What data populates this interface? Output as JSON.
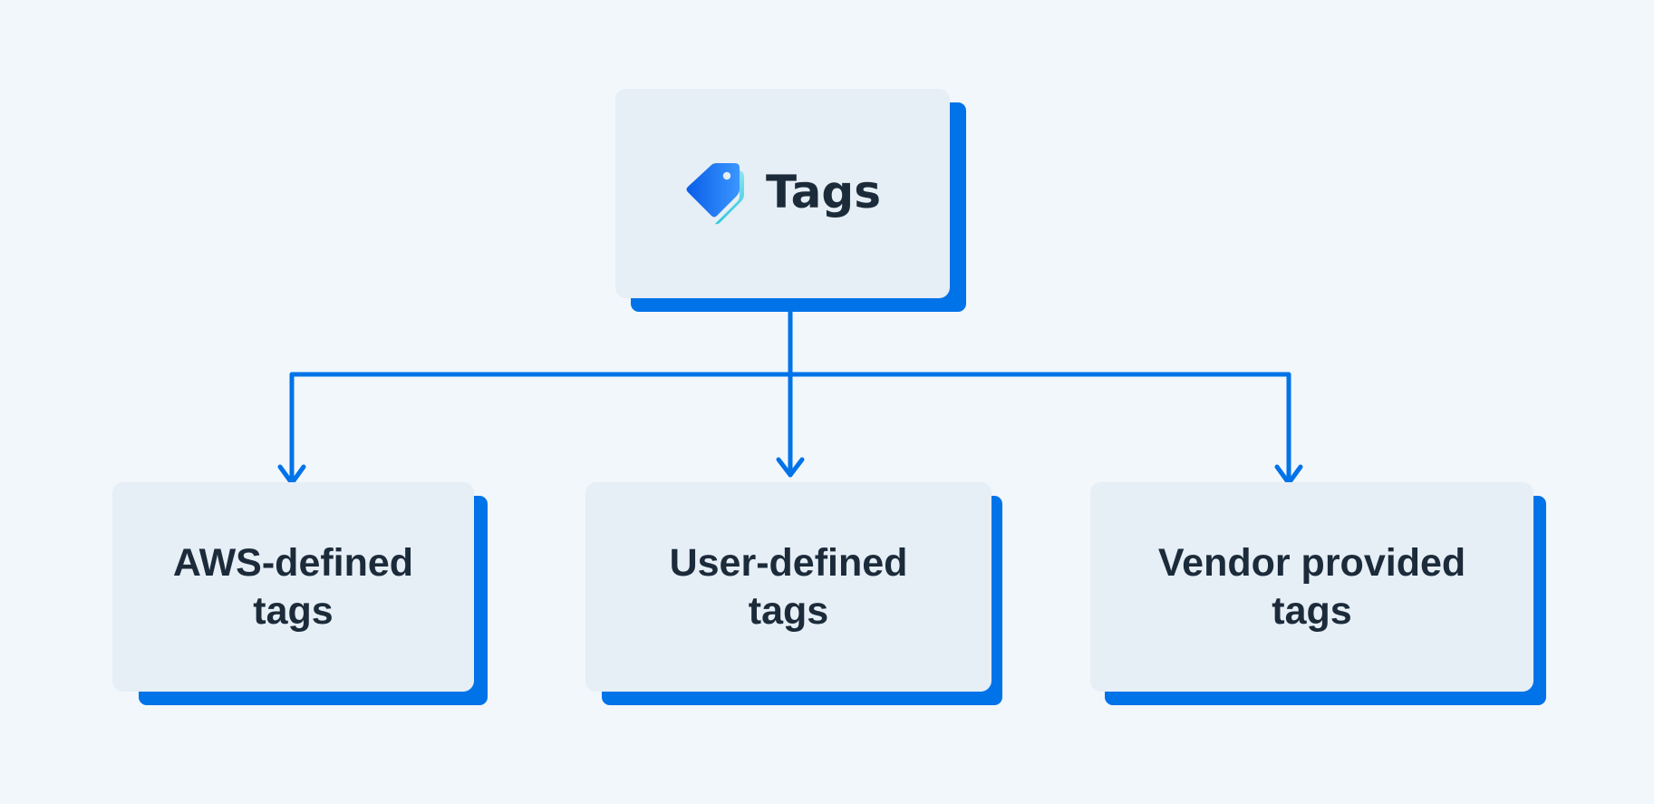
{
  "diagram": {
    "type": "hierarchy",
    "colors": {
      "background": "#f2f7fb",
      "card": "#e6eef6",
      "accent_blue": "#0073e9",
      "text": "#1c2b3a",
      "icon_gradient_start": "#0a5ee8",
      "icon_gradient_end": "#3a96ff",
      "icon_secondary": "#4dd0e6"
    },
    "root": {
      "label": "Tags",
      "icon": "tag-icon"
    },
    "children": [
      {
        "label": "AWS-defined\ntags"
      },
      {
        "label": "User-defined\ntags"
      },
      {
        "label": "Vendor provided\ntags"
      }
    ],
    "edges": [
      {
        "from": "Tags",
        "to": "AWS-defined tags"
      },
      {
        "from": "Tags",
        "to": "User-defined tags"
      },
      {
        "from": "Tags",
        "to": "Vendor provided tags"
      }
    ]
  }
}
